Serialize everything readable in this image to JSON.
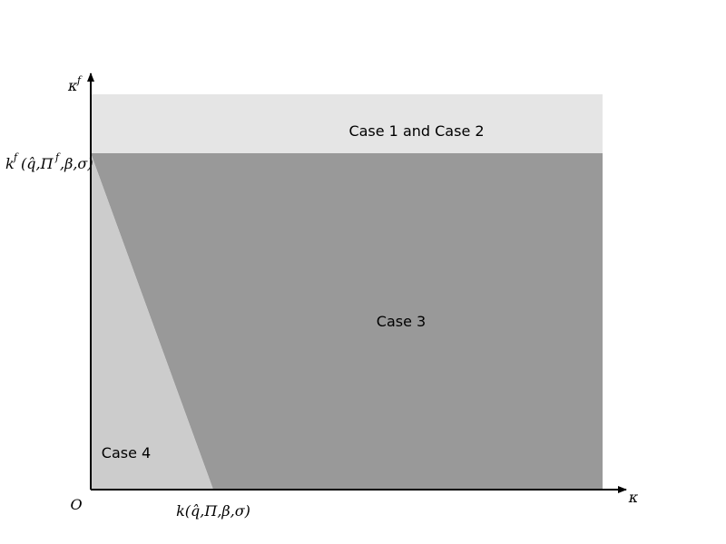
{
  "colors": {
    "case_1_and_2_fill": "#e5e5e5",
    "case_3_fill": "#999999",
    "case_4_fill": "#cccccc",
    "axis_color": "#000000",
    "background": "#ffffff"
  },
  "regions": {
    "case_1_and_2_label": "Case 1 and Case 2",
    "case_3_label": "Case 3",
    "case_4_label": "Case 4"
  },
  "axes": {
    "origin_label": "O",
    "x_axis_label": "κ",
    "y_axis_label": "κ",
    "y_axis_label_superscript": "f"
  },
  "tick_labels": {
    "x_intercept": "k(q̂,Π,β,σ)",
    "y_intercept_main": "k",
    "y_intercept_superscript": "f",
    "y_intercept_args": "(q̂,Π",
    "y_intercept_args_superscript": "f",
    "y_intercept_args_tail": ",β,σ)"
  }
}
